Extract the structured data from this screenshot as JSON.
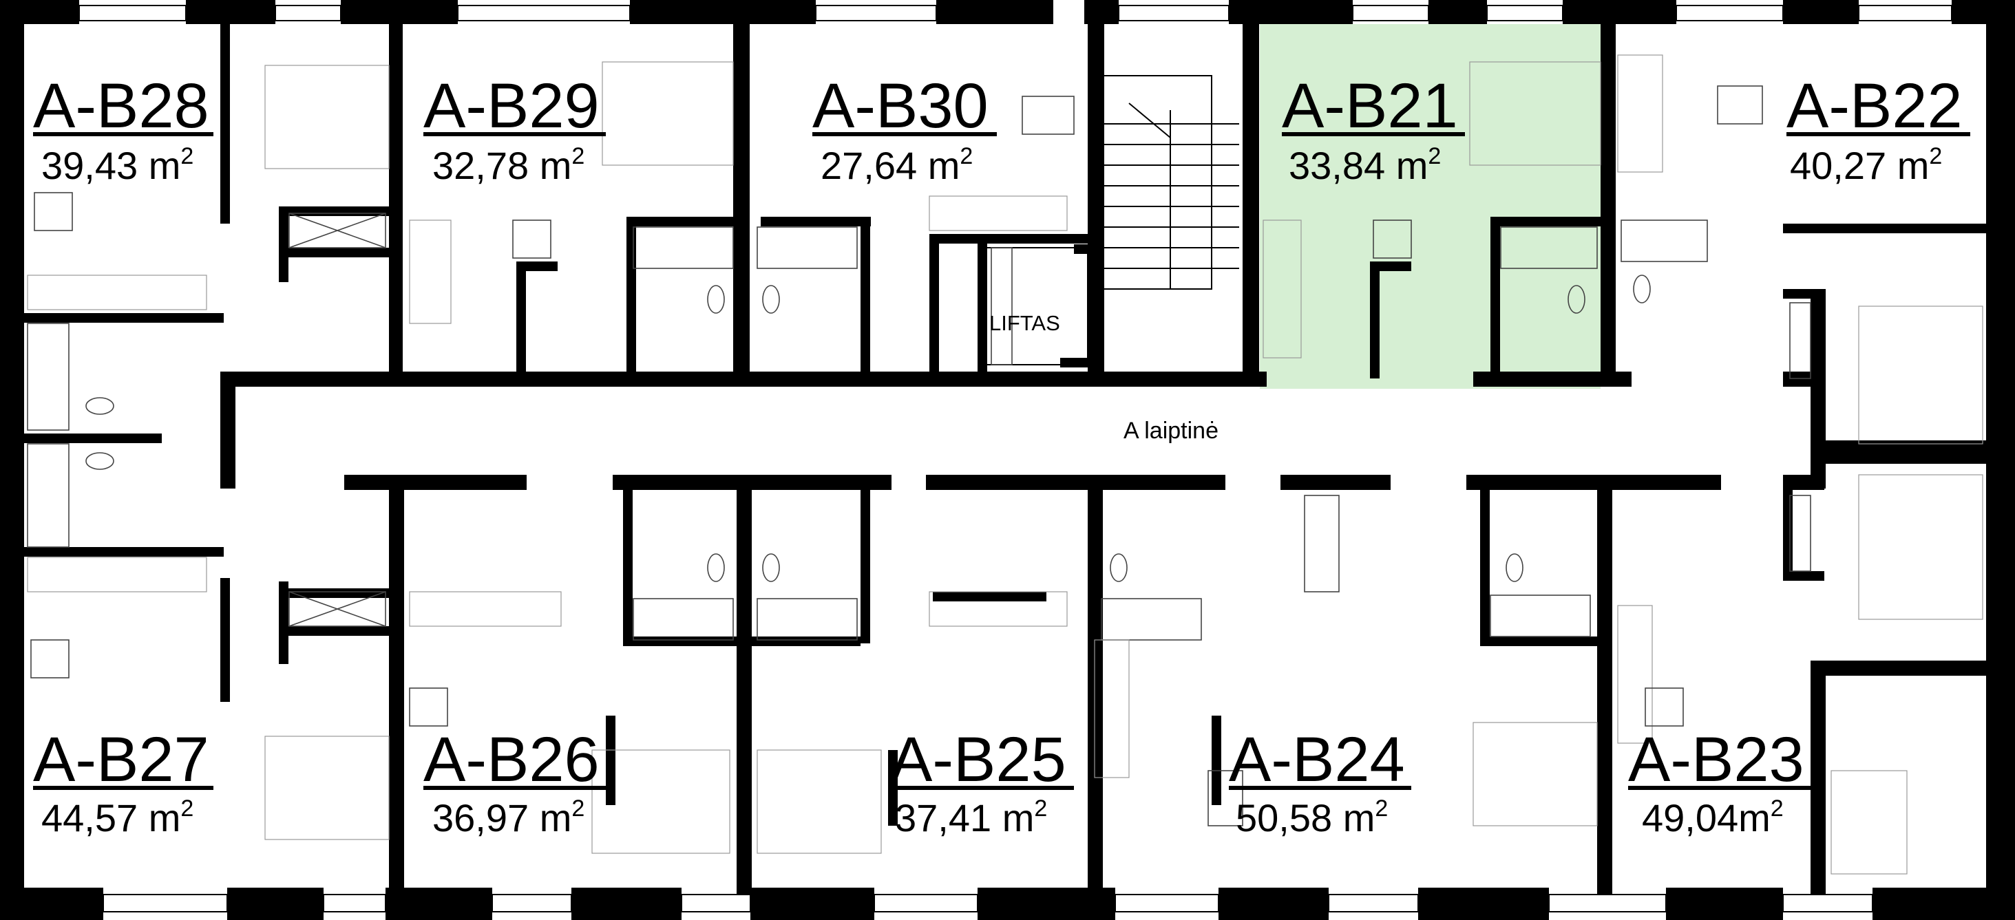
{
  "building": {
    "stair_label": "A laiptinė",
    "lift_label": "LIFTAS",
    "highlight_color": "#d6efd3",
    "wall_color": "#000000"
  },
  "units": {
    "b28": {
      "name": "A-B28",
      "area": "39,43 m",
      "sup": "2",
      "highlighted": false
    },
    "b29": {
      "name": "A-B29",
      "area": "32,78 m",
      "sup": "2",
      "highlighted": false
    },
    "b30": {
      "name": "A-B30",
      "area": "27,64 m",
      "sup": "2",
      "highlighted": false
    },
    "b21": {
      "name": "A-B21",
      "area": "33,84 m",
      "sup": "2",
      "highlighted": true
    },
    "b22": {
      "name": "A-B22",
      "area": "40,27 m",
      "sup": "2",
      "highlighted": false
    },
    "b27": {
      "name": "A-B27",
      "area": "44,57 m",
      "sup": "2",
      "highlighted": false
    },
    "b26": {
      "name": "A-B26",
      "area": "36,97 m",
      "sup": "2",
      "highlighted": false
    },
    "b25": {
      "name": "A-B25",
      "area": "37,41 m",
      "sup": "2",
      "highlighted": false
    },
    "b24": {
      "name": "A-B24",
      "area": "50,58 m",
      "sup": "2",
      "highlighted": false
    },
    "b23": {
      "name": "A-B23",
      "area": "49,04m",
      "sup": "2",
      "highlighted": false
    }
  }
}
